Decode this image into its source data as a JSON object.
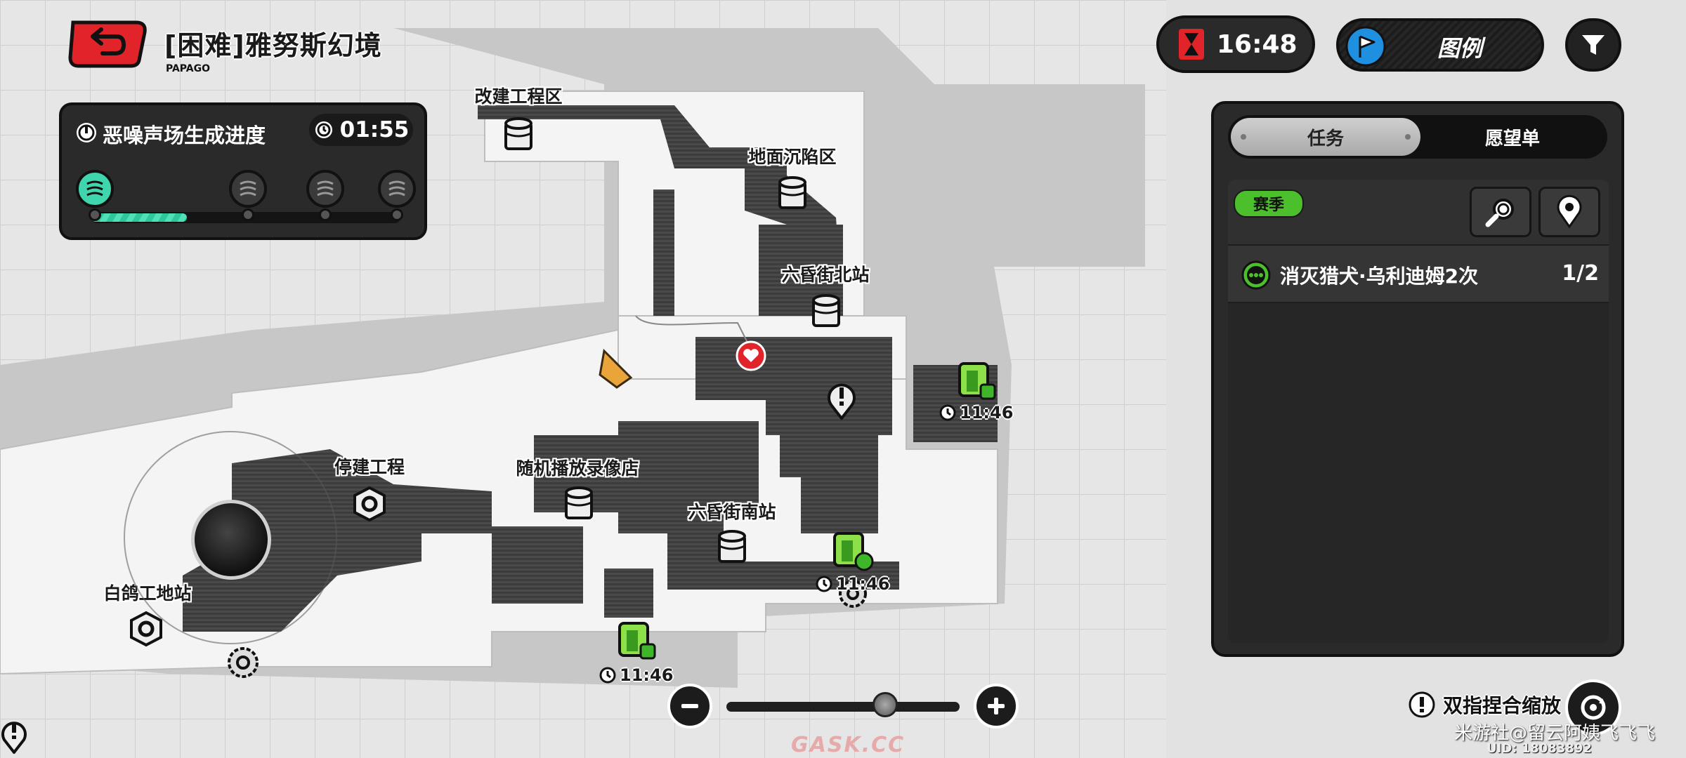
{
  "header": {
    "stage_title": "[困难]雅努斯幻境",
    "stage_subtitle": "PAPAGO",
    "time": "16:48",
    "legend_label": "图例"
  },
  "progress": {
    "title": "恶噪声场生成进度",
    "timer": "01:55",
    "fill_fraction": 0.31,
    "stages_total": 4,
    "stages_active": 1
  },
  "panel": {
    "tabs": [
      "任务",
      "愿望单"
    ],
    "active_tab": "任务",
    "season_badge": "赛季",
    "task": {
      "name": "消灭猎犬·乌利迪姆2次",
      "count": "1/2"
    }
  },
  "map": {
    "labels": [
      {
        "id": "gaijian",
        "text": "改建工程区"
      },
      {
        "id": "dimian",
        "text": "地面沉陷区"
      },
      {
        "id": "liufen-north",
        "text": "六昏街北站"
      },
      {
        "id": "tingjian",
        "text": "停建工程"
      },
      {
        "id": "suiji",
        "text": "随机播放录像店"
      },
      {
        "id": "liufen-south",
        "text": "六昏街南站"
      },
      {
        "id": "baige",
        "text": "白鸽工地站"
      }
    ],
    "timers": [
      "11:46",
      "11:46",
      "11:46"
    ]
  },
  "zoom": {
    "level_fraction": 0.68
  },
  "footer": {
    "hint": "双指捏合缩放",
    "watermark": "米游社@留云阿姨飞飞飞",
    "uid": "UID: 18083892",
    "site_mark": "GASK.CC"
  },
  "colors": {
    "accent_green": "#4cc02c",
    "progress_teal": "#3fd6ad",
    "back_red": "#e0242a",
    "legend_blue": "#1f8fe0",
    "panel_dark": "#2a2a2a"
  }
}
